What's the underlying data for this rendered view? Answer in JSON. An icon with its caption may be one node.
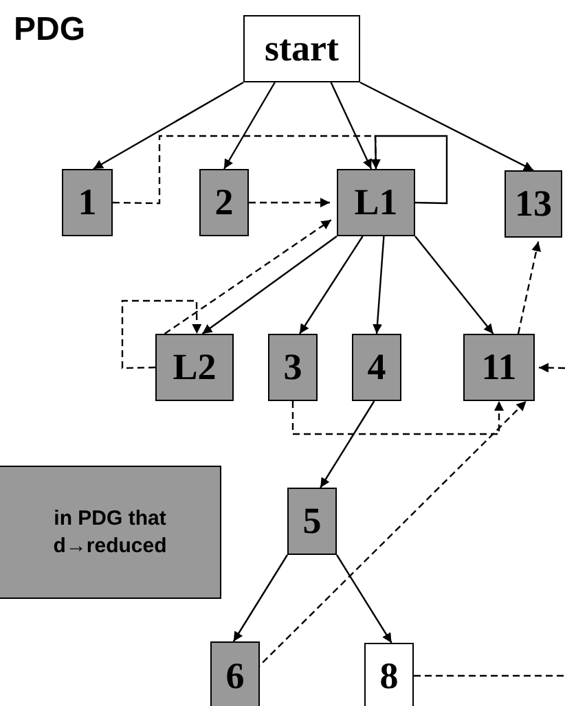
{
  "diagram": {
    "title": "PDG",
    "nodes": [
      {
        "text": [
          "start"
        ]
      },
      {
        "text": [
          "1"
        ]
      },
      {
        "text": [
          "2"
        ]
      },
      {
        "text": [
          "L1"
        ]
      },
      {
        "text": [
          "13"
        ]
      },
      {
        "text": [
          "L2"
        ]
      },
      {
        "text": [
          "3"
        ]
      },
      {
        "text": [
          "4"
        ]
      },
      {
        "text": [
          "11"
        ]
      },
      {
        "text": [
          "in PDG that d→reduced"
        ]
      },
      {
        "text": [
          "5"
        ]
      },
      {
        "text": [
          "6"
        ]
      },
      {
        "text": [
          "8"
        ]
      }
    ],
    "edges": [
      {
        "from": 0,
        "to": 1,
        "arrow": "to"
      },
      {
        "from": 0,
        "to": 2,
        "arrow": "to"
      },
      {
        "from": 0,
        "to": 3,
        "arrow": "to"
      },
      {
        "from": 0,
        "to": 4,
        "arrow": "to"
      },
      {
        "from": 1,
        "to": 3,
        "arrow": "to",
        "style": "dashed"
      },
      {
        "from": 3,
        "to": 3,
        "arrow": "to"
      },
      {
        "from": 2,
        "to": 3,
        "arrow": "to",
        "style": "dashed"
      },
      {
        "from": 5,
        "to": 3,
        "arrow": "to",
        "style": "dashed"
      },
      {
        "from": 3,
        "to": 5,
        "arrow": "to"
      },
      {
        "from": 3,
        "to": 6,
        "arrow": "to"
      },
      {
        "from": 3,
        "to": 7,
        "arrow": "to"
      },
      {
        "from": 3,
        "to": 8,
        "arrow": "to"
      },
      {
        "from": 5,
        "to": 5,
        "arrow": "to",
        "style": "dashed"
      },
      {
        "from": 8,
        "to": 4,
        "arrow": "to",
        "style": "dashed"
      },
      {
        "from": null,
        "to": 8,
        "arrow": "to",
        "style": "dashed"
      },
      {
        "from": 6,
        "to": 8,
        "arrow": "to",
        "style": "dashed"
      },
      {
        "from": 7,
        "to": 10,
        "arrow": "to"
      },
      {
        "from": 11,
        "to": 8,
        "arrow": "to",
        "style": "dashed"
      },
      {
        "from": 10,
        "to": 11,
        "arrow": "to"
      },
      {
        "from": 10,
        "to": 12,
        "arrow": "to"
      },
      {
        "from": 12,
        "to": null,
        "arrow": "none",
        "style": "dashed"
      }
    ]
  }
}
